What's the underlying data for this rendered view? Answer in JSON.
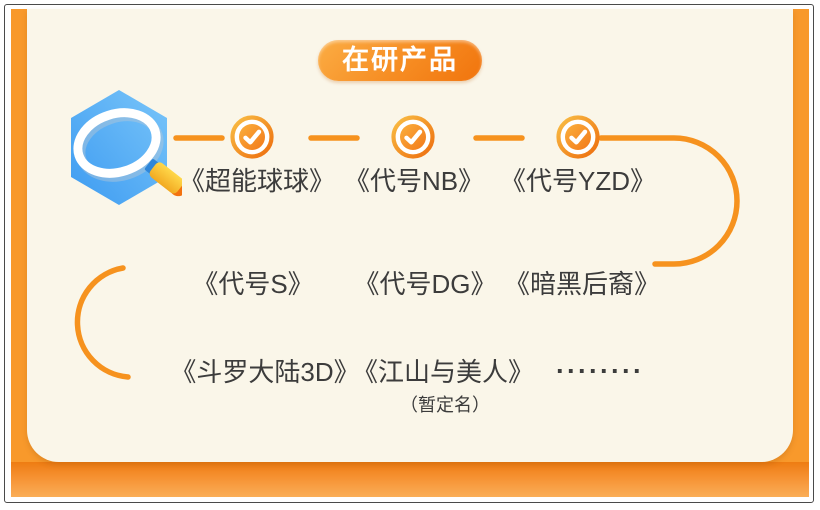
{
  "header": {
    "title": "在研产品"
  },
  "products": {
    "row1": [
      "《超能球球》",
      "《代号NB》",
      "《代号YZD》"
    ],
    "row2": [
      "《代号S》",
      "《代号DG》",
      "《暗黑后裔》"
    ],
    "row3": [
      "《斗罗大陆3D》",
      "《江山与美人》"
    ],
    "row3_note": "（暂定名）",
    "ellipsis": "········"
  },
  "icons": {
    "search": "search-icon",
    "check": "check-badge-icon"
  },
  "colors": {
    "accent_line": "#F6921E",
    "frame_orange": "#F8992B",
    "panel_cream": "#FAF6E9",
    "text": "#3C3C3C",
    "pill_gradient_from": "#FBAD44",
    "pill_gradient_to": "#F1740D",
    "badge_ring_from": "#F9BE45",
    "badge_ring_to": "#ED6D0E",
    "hexagon_from": "#79C5F9",
    "hexagon_to": "#3D9BF1"
  }
}
